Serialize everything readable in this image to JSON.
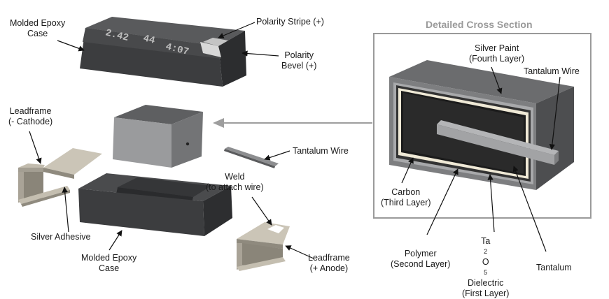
{
  "labels": {
    "molded_epoxy_case_top": [
      "Molded Epoxy",
      "Case"
    ],
    "polarity_stripe": "Polarity Stripe (+)",
    "polarity_bevel": [
      "Polarity",
      "Bevel (+)"
    ],
    "leadframe_cathode": [
      "Leadframe",
      "(- Cathode)"
    ],
    "tantalum_wire_mid": "Tantalum Wire",
    "weld": [
      "Weld",
      "(to attach wire)"
    ],
    "silver_adhesive": "Silver Adhesive",
    "molded_epoxy_case_bottom": [
      "Molded Epoxy",
      "Case"
    ],
    "leadframe_anode": [
      "Leadframe",
      "(+ Anode)"
    ]
  },
  "case_marking": [
    "2.42",
    "44",
    "4:07"
  ],
  "cross_section": {
    "title": "Detailed Cross Section",
    "silver_paint": [
      "Silver Paint",
      "(Fourth Layer)"
    ],
    "tantalum_wire": "Tantalum Wire",
    "carbon": [
      "Carbon",
      "(Third Layer)"
    ],
    "polymer": [
      "Polymer",
      "(Second Layer)"
    ],
    "dielectric": {
      "prefix": "Ta",
      "sub1": "2",
      "mid": "O",
      "sub2": "5",
      "suffix": " Dielectric",
      "line2": "(First Layer)"
    },
    "tantalum": "Tantalum"
  },
  "colors": {
    "case_dark": "#3c3d3f",
    "anode_block": "#9a9b9d",
    "leadframe": "#b5ae9f",
    "frame_border": "#9a9a9a",
    "title_gray": "#9a9a9a"
  }
}
